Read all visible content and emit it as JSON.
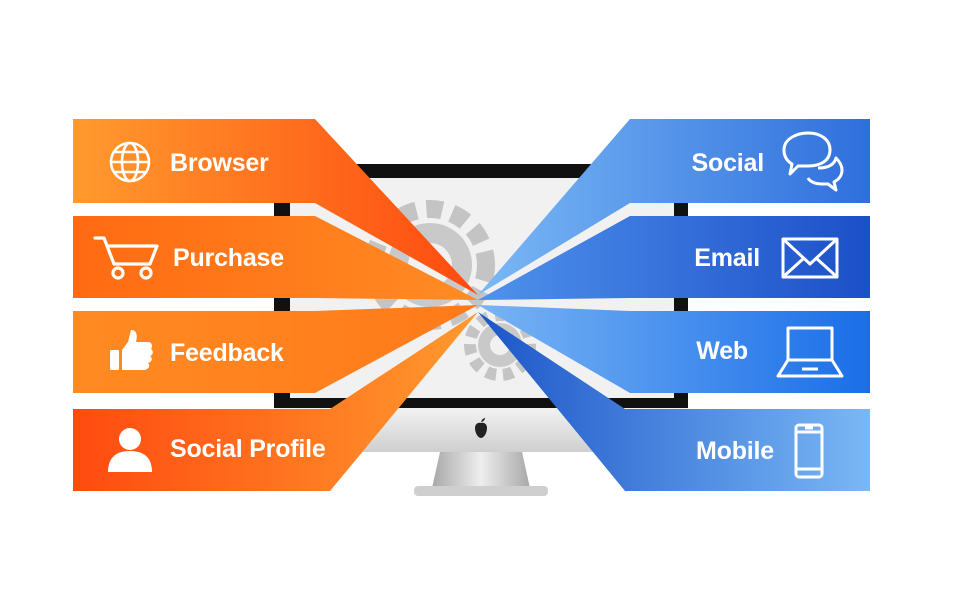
{
  "colors": {
    "orange_light": "#ff9a2e",
    "orange_dark": "#ff4a10",
    "blue_light": "#7ab8f5",
    "blue_dark": "#1c5fd6",
    "monitor_frame": "#111111",
    "monitor_screen": "#f1f1f1",
    "gear": "#c2c2c2",
    "stand": "#d6d6d6"
  },
  "left_items": [
    {
      "label": "Browser",
      "icon": "globe-icon"
    },
    {
      "label": "Purchase",
      "icon": "shopping-cart-icon"
    },
    {
      "label": "Feedback",
      "icon": "thumbs-up-icon"
    },
    {
      "label": "Social Profile",
      "icon": "user-icon"
    }
  ],
  "right_items": [
    {
      "label": "Social",
      "icon": "chat-bubbles-icon"
    },
    {
      "label": "Email",
      "icon": "envelope-icon"
    },
    {
      "label": "Web",
      "icon": "laptop-icon"
    },
    {
      "label": "Mobile",
      "icon": "smartphone-icon"
    }
  ],
  "monitor": {
    "logo": "apple-logo-icon"
  }
}
